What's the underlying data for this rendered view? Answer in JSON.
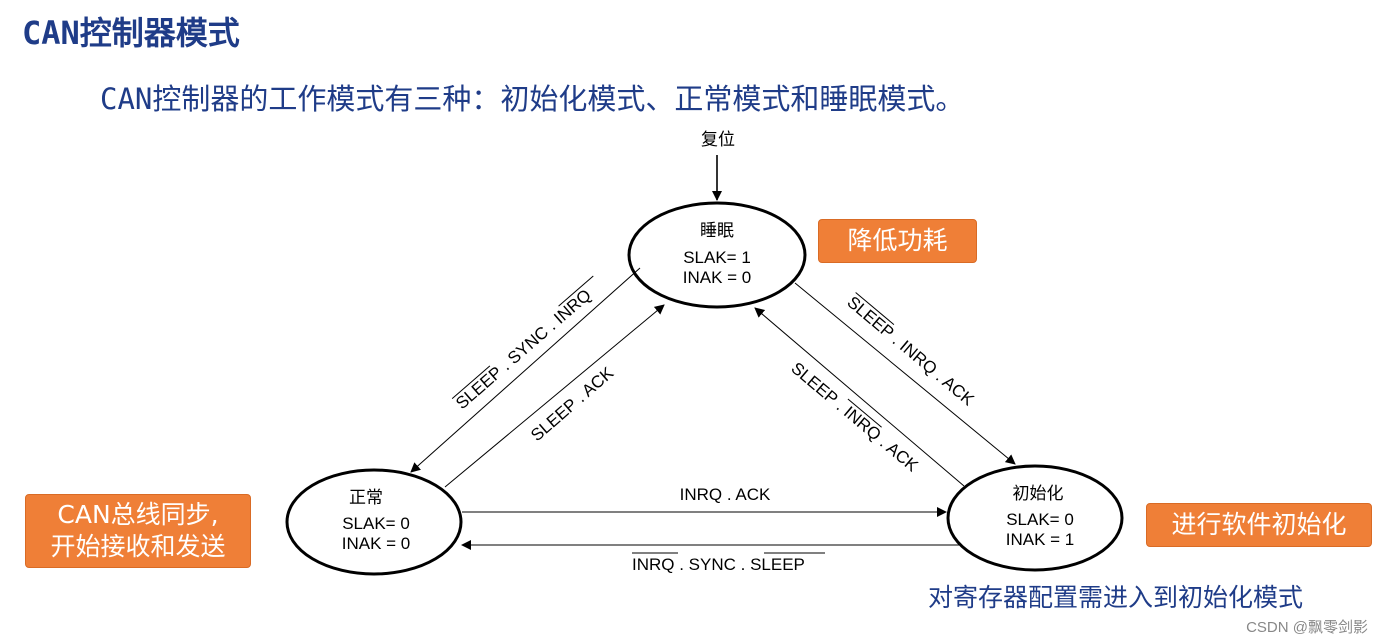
{
  "title": "CAN控制器模式",
  "subtitle": "CAN控制器的工作模式有三种：初始化模式、正常模式和睡眠模式。",
  "diagram": {
    "reset_label": "复位",
    "states": {
      "sleep": {
        "name": "睡眠",
        "line1": "SLAK= 1",
        "line2": "INAK = 0"
      },
      "normal": {
        "name": "正常",
        "line1": "SLAK= 0",
        "line2": "INAK = 0"
      },
      "init": {
        "name": "初始化",
        "line1": "SLAK= 0",
        "line2": "INAK = 1"
      }
    },
    "transitions": {
      "sleep_to_normal": {
        "over1": "SLEEP",
        "rest": " . SYNC . ",
        "over2": "INRQ"
      },
      "normal_to_sleep": {
        "text": "SLEEP . ACK"
      },
      "sleep_to_init": {
        "over1": "SLEEP",
        "rest": " . INRQ . ACK"
      },
      "init_to_sleep": {
        "pre": "SLEEP . ",
        "over1": "INRQ",
        "rest": " . ACK"
      },
      "normal_to_init": {
        "text": "INRQ . ACK"
      },
      "init_to_normal": {
        "over1": "INRQ",
        "mid": " . SYNC . ",
        "over2": "SLEEP"
      }
    }
  },
  "callouts": {
    "low_power": "降低功耗",
    "can_sync_line1": "CAN总线同步,",
    "can_sync_line2": "开始接收和发送",
    "software_init": "进行软件初始化"
  },
  "note": "对寄存器配置需进入到初始化模式",
  "watermark": "CSDN @飘零剑影",
  "colors": {
    "title": "#1f3c88",
    "callout_bg": "#ef7f37",
    "line": "#000000"
  }
}
